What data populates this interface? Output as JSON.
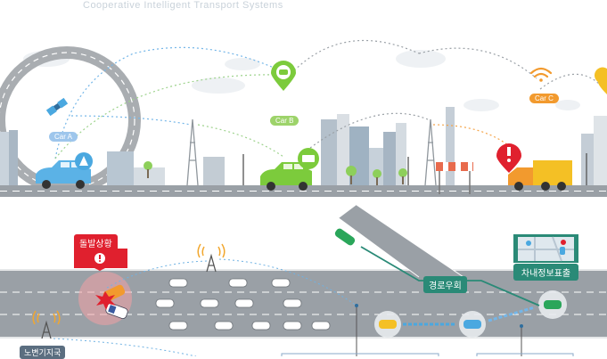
{
  "header": {
    "subtitle": "Cooperative Intelligent Transport Systems"
  },
  "top_scene": {
    "car_labels": [
      "Car A",
      "Car B",
      "Car C"
    ]
  },
  "bottom_scene": {
    "incident_label": "돌발상황",
    "detour_label": "경로우회",
    "in_vehicle_info_label": "차내정보표출",
    "roadside_station_label": "노변기지국"
  },
  "colors": {
    "accent_blue": "#4aa8e0",
    "accent_green": "#7ccb3c",
    "accent_orange": "#f29a2e",
    "alert_red": "#e0202e",
    "teal": "#2a8a77",
    "road_grey": "#9aa0a6"
  }
}
